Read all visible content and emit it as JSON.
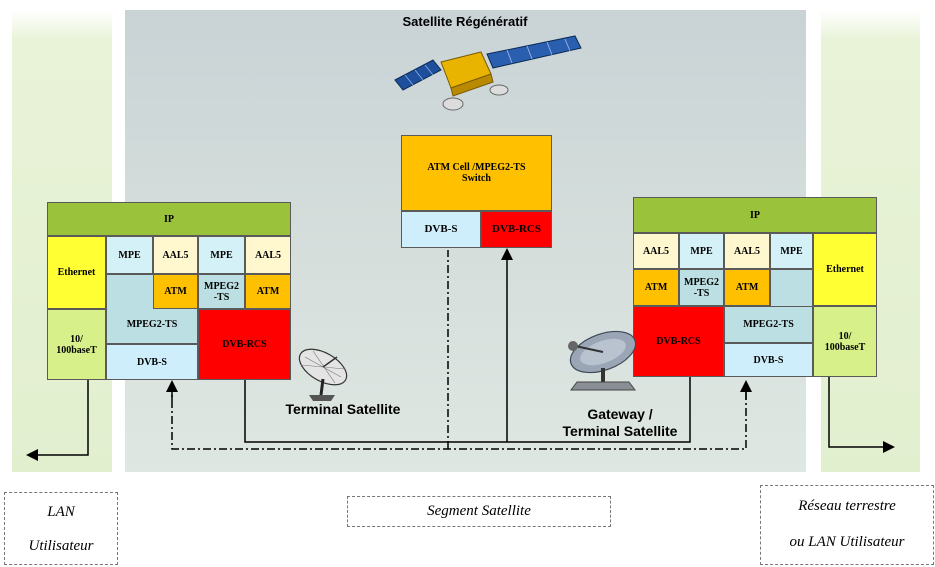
{
  "satellite_title": "Satellite Régénératif",
  "left_stack": {
    "ip": "IP",
    "ethernet": "Ethernet",
    "phy": "10/\n100baseT",
    "mpe1": "MPE",
    "aal5_1": "AAL5",
    "mpe2": "MPE",
    "aal5_2": "AAL5",
    "atm1": "ATM",
    "mpeg2ts_small": "MPEG2\n-TS",
    "atm2": "ATM",
    "mpeg2ts": "MPEG2-TS",
    "dvbs": "DVB-S",
    "dvbrcs": "DVB-RCS"
  },
  "switch": {
    "title": "ATM Cell /MPEG2-TS\nSwitch",
    "dvbs": "DVB-S",
    "dvbrcs": "DVB-RCS"
  },
  "right_stack": {
    "ip": "IP",
    "aal5_1": "AAL5",
    "mpe1": "MPE",
    "aal5_2": "AAL5",
    "mpe2": "MPE",
    "ethernet": "Ethernet",
    "atm1": "ATM",
    "mpeg2ts_small": "MPEG2\n-TS",
    "atm2": "ATM",
    "dvbrcs": "DVB-RCS",
    "mpeg2ts": "MPEG2-TS",
    "dvbs": "DVB-S",
    "phy": "10/\n100baseT"
  },
  "terminal_label": "Terminal Satellite",
  "gateway_label": "Gateway /\nTerminal Satellite",
  "captions": {
    "left": "LAN\nUtilisateur",
    "center": "Segment Satellite",
    "right": "Réseau terrestre\nou LAN Utilisateur"
  },
  "colors": {
    "ip": "#9bc23b",
    "ethernet": "#ffff33",
    "phy": "#d7f08a",
    "mpe": "#d5f1f8",
    "aal5": "#fff8cf",
    "atm": "#ffc000",
    "mpeg2ts": "#bcdfe3",
    "dvb_rcs": "#ff0000",
    "dvb_s": "#cdeefa"
  },
  "icons": [
    "satellite-icon",
    "dish-antenna-icon",
    "gateway-dish-icon"
  ]
}
